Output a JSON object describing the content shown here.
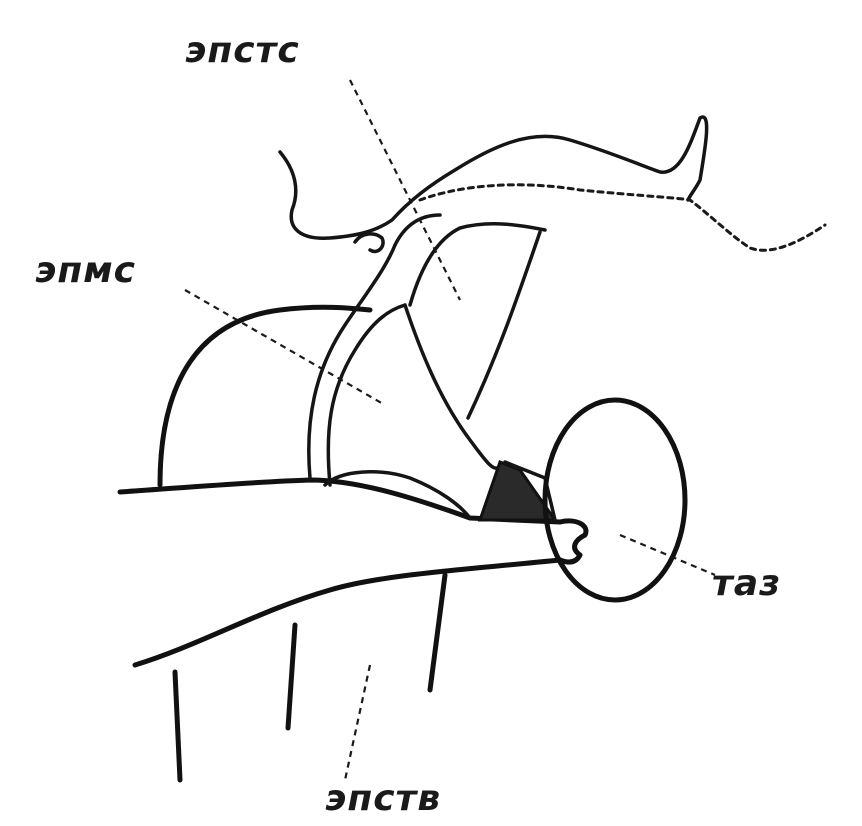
{
  "labels": {
    "top": "эпстс",
    "left": "эпмс",
    "right": "таз",
    "bottom": "эпств"
  }
}
